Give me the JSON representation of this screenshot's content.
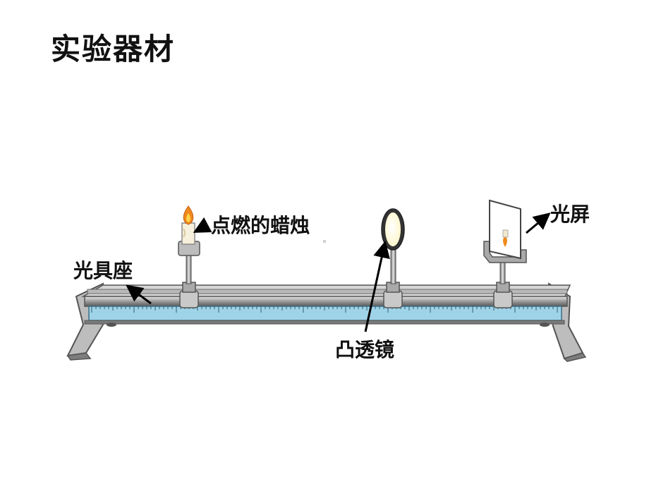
{
  "title": "实验器材",
  "labels": {
    "candle": "点燃的蜡烛",
    "bench": "光具座",
    "lens": "凸透镜",
    "screen": "光屏"
  },
  "colors": {
    "metal_dark": "#5a5a5a",
    "metal_light": "#d9d9d9",
    "ruler": "#9fd3e8",
    "flame": "#f08a1c",
    "candle": "#f6f0dc",
    "arrow": "#000000"
  }
}
